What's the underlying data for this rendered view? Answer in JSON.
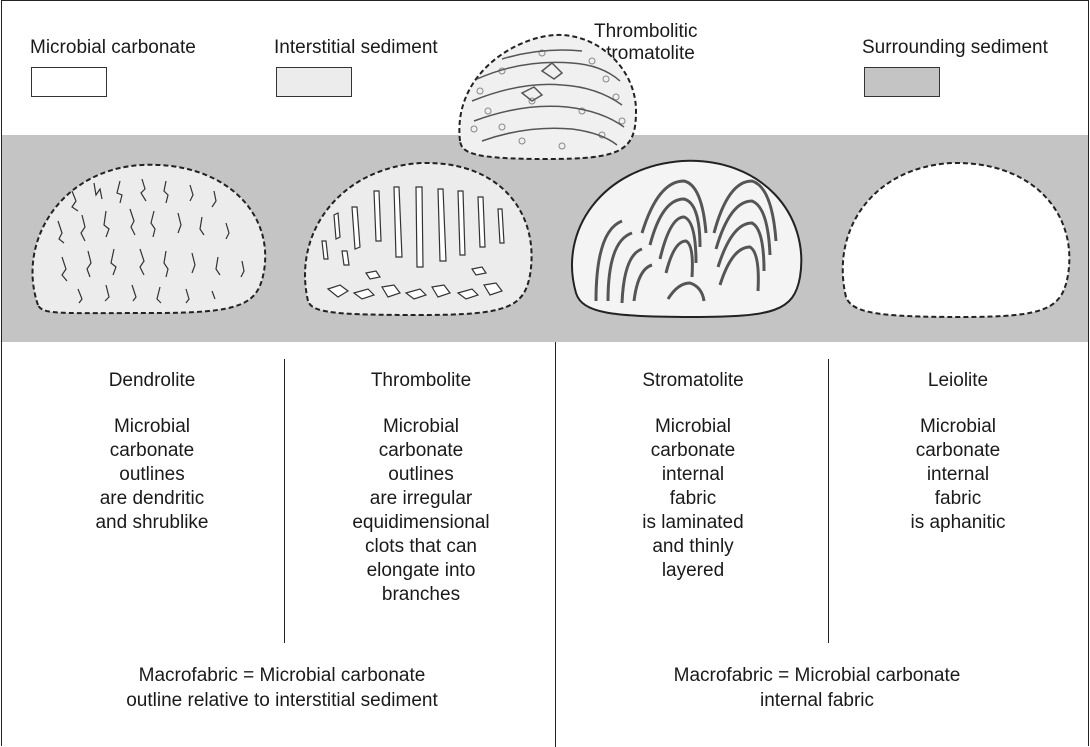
{
  "legend": {
    "microbial": {
      "label": "Microbial carbonate",
      "color": "#ffffff"
    },
    "interstitial": {
      "label": "Interstitial sediment",
      "color": "#ececec"
    },
    "thrombolitic": {
      "label": "Thrombolitic\nstromatolite"
    },
    "surrounding": {
      "label": "Surrounding sediment",
      "color": "#c4c4c4"
    }
  },
  "columns": [
    {
      "name": "Dendrolite",
      "description": "Microbial\ncarbonate\noutlines\nare dendritic\nand shrublike"
    },
    {
      "name": "Thrombolite",
      "description": "Microbial\ncarbonate\noutlines\nare irregular\nequidimensional\nclots that can\nelongate into\nbranches"
    },
    {
      "name": "Stromatolite",
      "description": "Microbial\ncarbonate\ninternal\nfabric\nis laminated\nand thinly\nlayered"
    },
    {
      "name": "Leiolite",
      "description": "Microbial\ncarbonate\ninternal\nfabric\nis aphanitic"
    }
  ],
  "macrofabric": {
    "left": "Macrofabric = Microbial carbonate\noutline relative to interstitial sediment",
    "right": "Macrofabric = Microbial carbonate\ninternal fabric"
  }
}
